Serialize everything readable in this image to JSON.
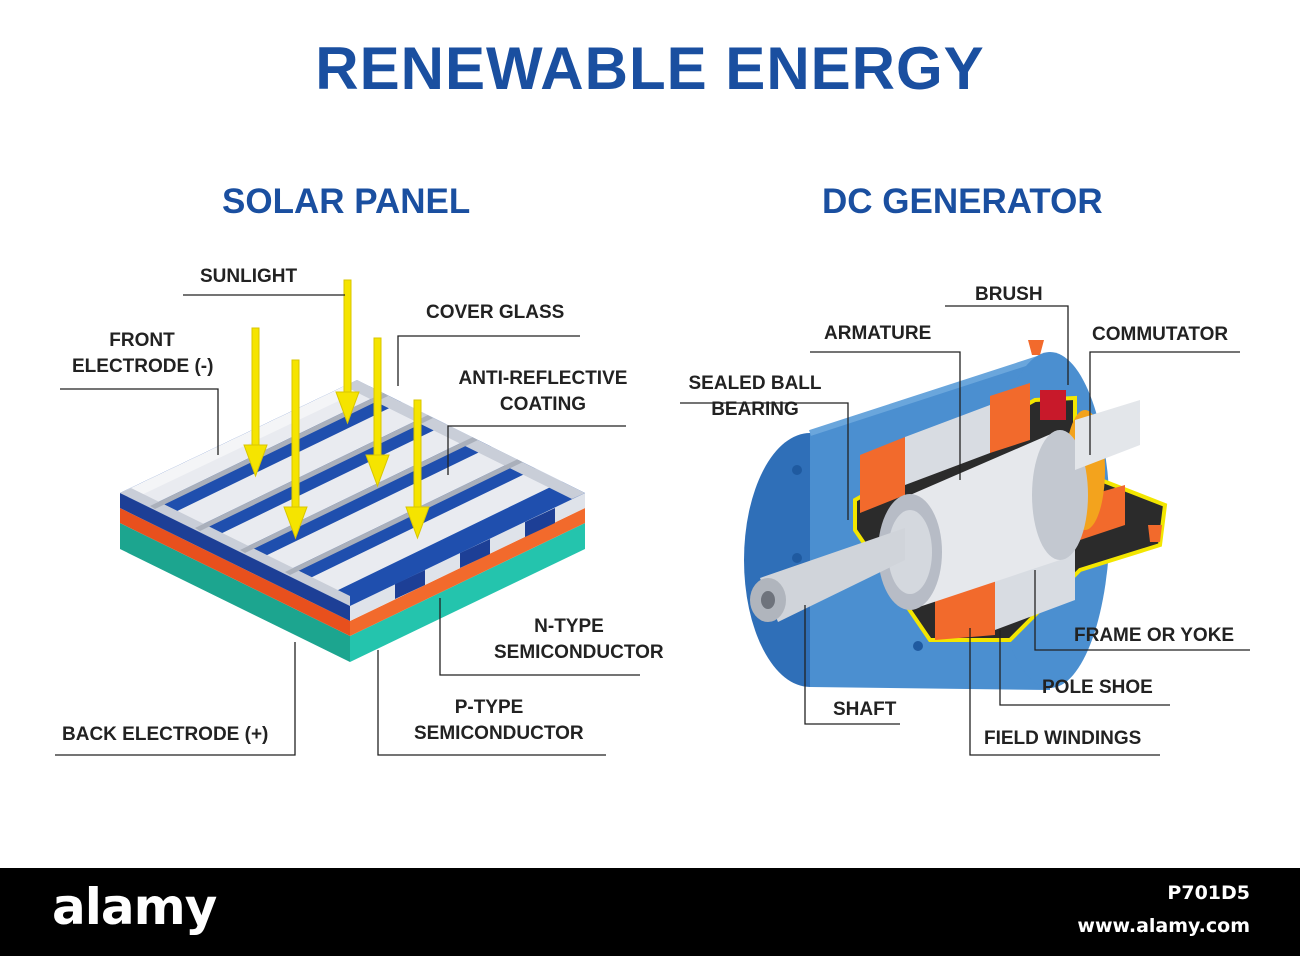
{
  "title": "RENEWABLE ENERGY",
  "solar_panel": {
    "title": "SOLAR PANEL",
    "labels": {
      "sunlight": "SUNLIGHT",
      "front_electrode_1": "FRONT",
      "front_electrode_2": "ELECTRODE (-)",
      "cover_glass": "COVER GLASS",
      "anti_reflective_1": "ANTI-REFLECTIVE",
      "anti_reflective_2": "COATING",
      "n_type_1": "N-TYPE",
      "n_type_2": "SEMICONDUCTOR",
      "p_type_1": "P-TYPE",
      "p_type_2": "SEMICONDUCTOR",
      "back_electrode": "BACK ELECTRODE (+)"
    }
  },
  "dc_generator": {
    "title": "DC GENERATOR",
    "labels": {
      "brush": "BRUSH",
      "armature": "ARMATURE",
      "commutator": "COMMUTATOR",
      "sealed_ball_1": "SEALED BALL",
      "sealed_ball_2": "BEARING",
      "frame": "FRAME OR YOKE",
      "pole_shoe": "POLE SHOE",
      "shaft": "SHAFT",
      "field_windings": "FIELD WINDINGS"
    }
  },
  "colors": {
    "title_blue": "#1a4fa0",
    "panel_blue": "#1f4fae",
    "panel_orange": "#f05a24",
    "panel_teal": "#1fb5a0",
    "sun_yellow": "#f5e400",
    "frame_blue": "#4b8fd0"
  },
  "footer": {
    "brand": "alamy",
    "image_id": "P701D5",
    "site": "www.alamy.com"
  }
}
